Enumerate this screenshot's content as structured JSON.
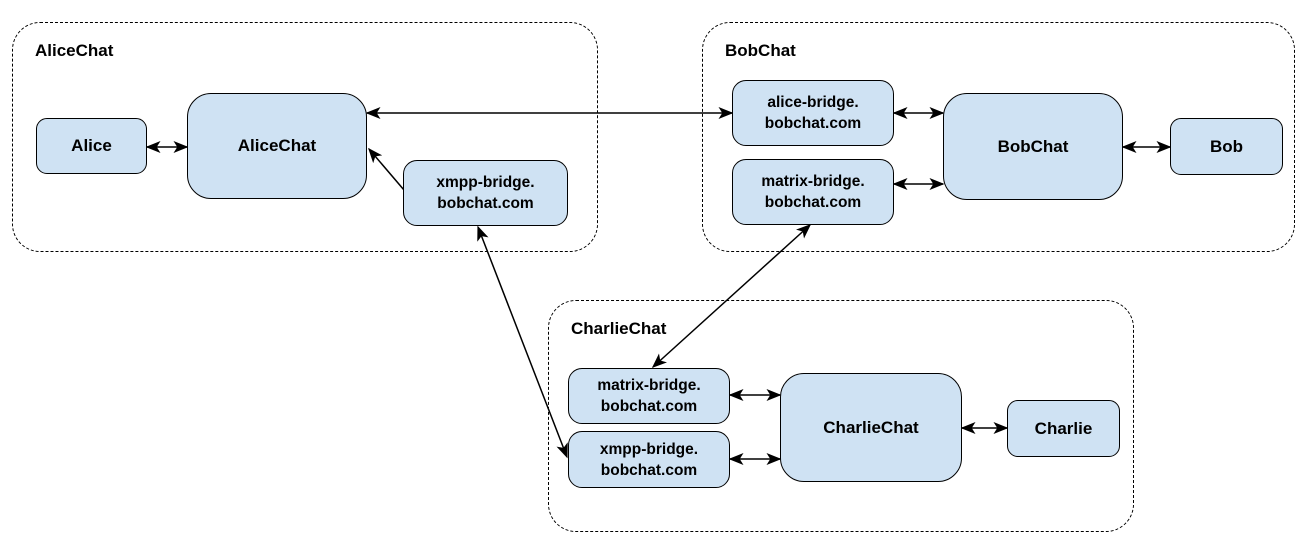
{
  "diagram": {
    "type": "network-architecture",
    "colors": {
      "node_fill": "#cfe2f3",
      "node_border": "#000000",
      "container_border": "#000000",
      "text": "#000000",
      "background": "#ffffff"
    },
    "groups": {
      "alicechat": {
        "label": "AliceChat",
        "nodes": {
          "alice": {
            "label": "Alice"
          },
          "server": {
            "label": "AliceChat"
          },
          "xmpp_bridge": {
            "line1": "xmpp-bridge.",
            "line2": "bobchat.com"
          }
        }
      },
      "bobchat": {
        "label": "BobChat",
        "nodes": {
          "alice_bridge": {
            "line1": "alice-bridge.",
            "line2": "bobchat.com"
          },
          "matrix_bridge": {
            "line1": "matrix-bridge.",
            "line2": "bobchat.com"
          },
          "server": {
            "label": "BobChat"
          },
          "bob": {
            "label": "Bob"
          }
        }
      },
      "charliechat": {
        "label": "CharlieChat",
        "nodes": {
          "matrix_bridge": {
            "line1": "matrix-bridge.",
            "line2": "bobchat.com"
          },
          "xmpp_bridge": {
            "line1": "xmpp-bridge.",
            "line2": "bobchat.com"
          },
          "server": {
            "label": "CharlieChat"
          },
          "charlie": {
            "label": "Charlie"
          }
        }
      }
    },
    "edges": [
      {
        "from": "alicechat.alice",
        "to": "alicechat.server",
        "bidirectional": true
      },
      {
        "from": "alicechat.server",
        "to": "bobchat.alice_bridge",
        "bidirectional": true
      },
      {
        "from": "alicechat.xmpp_bridge",
        "to": "alicechat.server",
        "bidirectional": false
      },
      {
        "from": "bobchat.alice_bridge",
        "to": "bobchat.server",
        "bidirectional": true
      },
      {
        "from": "bobchat.matrix_bridge",
        "to": "bobchat.server",
        "bidirectional": true
      },
      {
        "from": "bobchat.server",
        "to": "bobchat.bob",
        "bidirectional": true
      },
      {
        "from": "bobchat.matrix_bridge",
        "to": "charliechat.matrix_bridge",
        "bidirectional": true
      },
      {
        "from": "alicechat.xmpp_bridge",
        "to": "charliechat.xmpp_bridge",
        "bidirectional": true
      },
      {
        "from": "charliechat.matrix_bridge",
        "to": "charliechat.server",
        "bidirectional": true
      },
      {
        "from": "charliechat.xmpp_bridge",
        "to": "charliechat.server",
        "bidirectional": true
      },
      {
        "from": "charliechat.server",
        "to": "charliechat.charlie",
        "bidirectional": true
      }
    ]
  }
}
